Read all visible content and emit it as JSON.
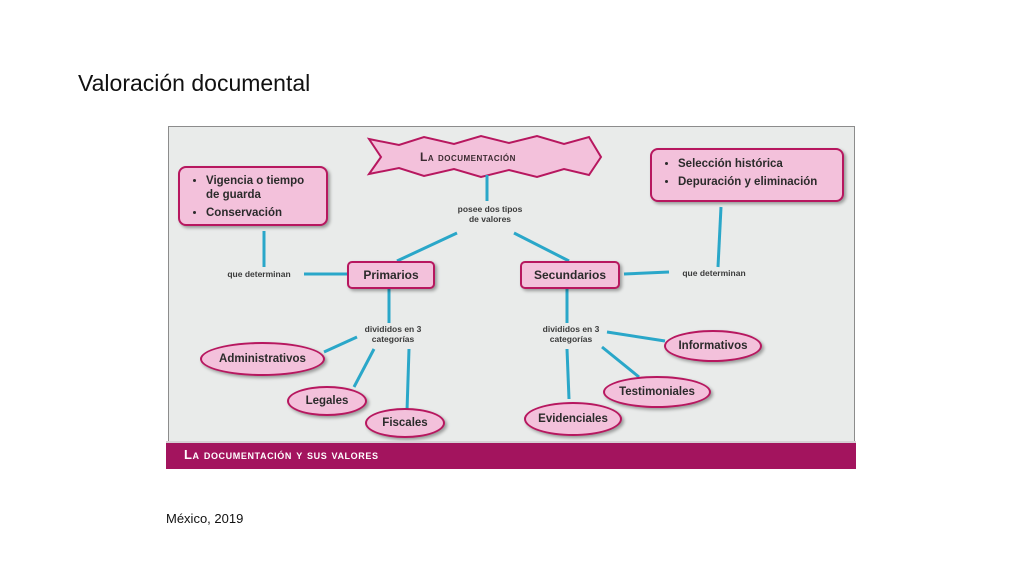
{
  "slide": {
    "title": "Valoración documental",
    "caption": "México, 2019"
  },
  "diagram": {
    "root": "La documentación",
    "root_connector": "posee dos tipos de valores",
    "primary": {
      "label": "Primarios",
      "connector_left": "que determinan",
      "determines": [
        "Vigencia o tiempo de guarda",
        "Conservación"
      ],
      "split_label": "divididos en 3 categorías",
      "categories": [
        "Administrativos",
        "Legales",
        "Fiscales"
      ]
    },
    "secondary": {
      "label": "Secundarios",
      "connector_right": "que determinan",
      "determines": [
        "Selección histórica",
        "Depuración y eliminación"
      ],
      "split_label": "divididos en 3 categorías",
      "categories": [
        "Informativos",
        "Testimoniales",
        "Evidenciales"
      ]
    },
    "footer": "La documentación y sus valores"
  },
  "colors": {
    "accent": "#a3145e",
    "node_fill": "#f3c1db",
    "node_border": "#b7175f",
    "connector": "#2aa7c9",
    "panel_bg": "#e9ebea"
  }
}
